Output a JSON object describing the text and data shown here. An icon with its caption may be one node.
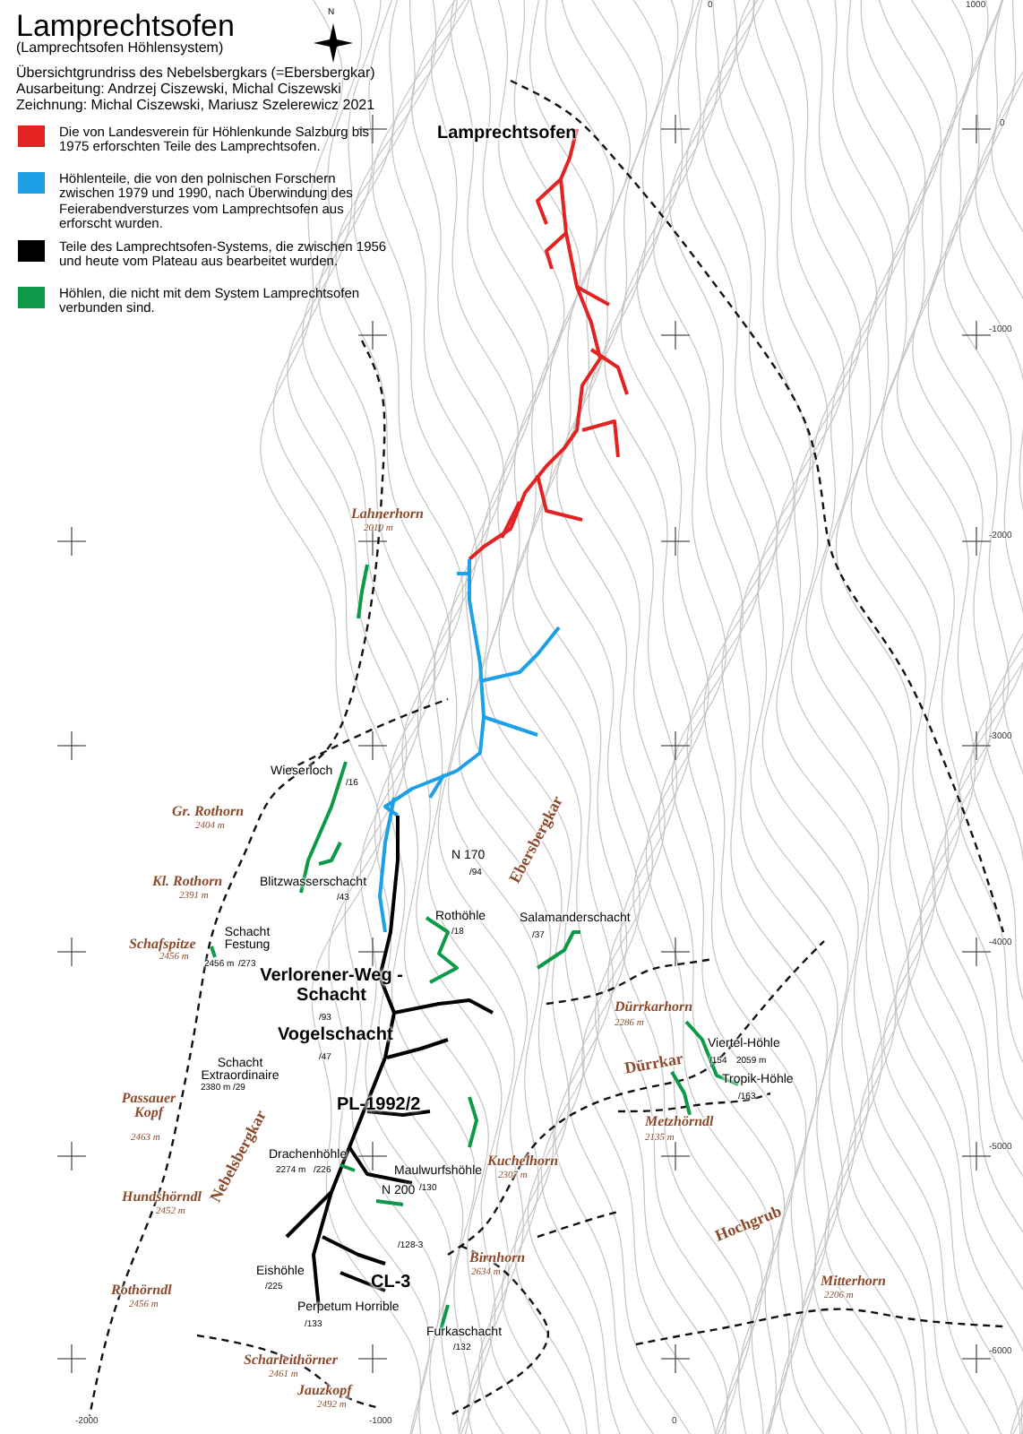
{
  "diagram": {
    "title": "Lamprechtsofen",
    "labels": [
      "(Lamprechtsofen Höhlensystem)",
      "Übersichtgrundriss des Nebelsbergkars (=Ebersbergkar)",
      "Ausarbeitung: Andrzej Ciszewski, Michal Ciszewski",
      "Zeichnung: Michal Ciszewski, Mariusz Szelerewicz 2021",
      "N",
      "Lamprechtsofen",
      "Lahnerhorn",
      "2010 m",
      "Wieserloch",
      "/16",
      "Gr. Rothorn",
      "2404 m",
      "Blitzwasserschacht",
      "/43",
      "N 170",
      "/94",
      "Rothöhle",
      "/18",
      "Salamanderschacht",
      "/37",
      "Kl. Rothorn",
      "2391 m",
      "Schafspitze",
      "2456 m",
      "Schacht Festung",
      "2456 m",
      "/273",
      "Verlorener-Weg -Schacht",
      "/93",
      "Dürrkarhorn",
      "2286 m",
      "Vogelschacht",
      "/47",
      "Dürrkar",
      "Schacht Extraordinaire",
      "2380 m",
      "/29",
      "Viertel-Höhle",
      "/154",
      "2059 m",
      "Tropik-Höhle",
      "/163",
      "Metzhörndl",
      "2135 m",
      "Passauer Kopf",
      "2463 m",
      "PL-1992/2",
      "Nebelsbergkar",
      "Drachenhöhle",
      "2274 m",
      "/226",
      "Maulwurfshöhle",
      "/130",
      "Kuchelhorn",
      "2307 m",
      "Hochgrub",
      "Hundshörndl",
      "2452 m",
      "N 200",
      "/128-3",
      "Birnhorn",
      "2634 m",
      "Eishöhle",
      "/225",
      "CL-3",
      "Perpetum Horrible",
      "/133",
      "Rothörndl",
      "2456 m",
      "Mitterhorn",
      "2206 m",
      "Furkaschacht",
      "/132",
      "Scharleithörner",
      "2461 m",
      "Jauzkopf",
      "2492 m",
      "Ebersbergkar",
      "0",
      "1000",
      "0",
      "-1000",
      "-2000",
      "-3000",
      "-4000",
      "-5000",
      "-6000",
      "-2000",
      "-1000",
      "0"
    ],
    "legend": [
      {
        "text": "Die von Landesverein für Höhlenkunde Salzburg bis 1975 erforschten Teile des Lamprechtsofen.",
        "color": "#e32322"
      },
      {
        "text": "Höhlenteile, die von den polnischen Forschern zwischen 1979 und 1990, nach Überwindung des Feierabendversturzes vom Lamprechtsofen aus erforscht wurden.",
        "color": "#1ea0e6"
      },
      {
        "text": "Teile des Lamprechtsofen-Systems, die zwischen 1956 und heute vom Plateau aus bearbeitet wurden.",
        "color": "#000000"
      },
      {
        "text": "Höhlen, die nicht mit dem System Lamprechtsofen verbunden sind.",
        "color": "#0d9a48"
      }
    ]
  }
}
